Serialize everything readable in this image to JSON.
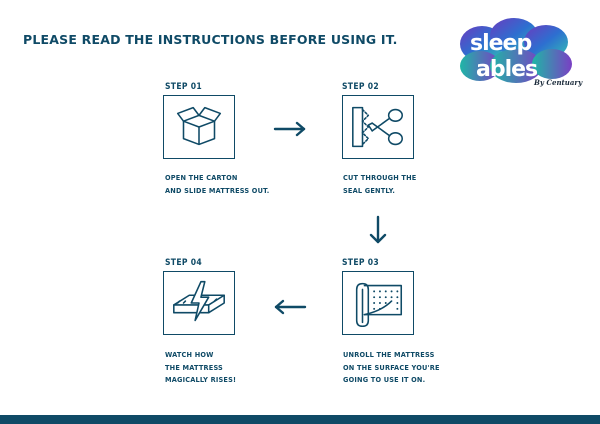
{
  "heading": "PLEASE READ THE INSTRUCTIONS BEFORE USING IT.",
  "logo": {
    "wordmark_line1": "sleep",
    "wordmark_line2": "ables",
    "tagline": "By Centuary"
  },
  "steps": [
    {
      "title": "STEP 01",
      "description": "OPEN THE CARTON\nAND SLIDE MATTRESS OUT.",
      "icon": "open-box-icon"
    },
    {
      "title": "STEP 02",
      "description": "CUT THROUGH THE\nSEAL GENTLY.",
      "icon": "scissors-cut-icon"
    },
    {
      "title": "STEP 03",
      "description": "UNROLL THE MATTRESS\nON THE SURFACE YOU'RE\nGOING TO USE IT ON.",
      "icon": "unroll-mattress-icon"
    },
    {
      "title": "STEP 04",
      "description": "WATCH HOW\nTHE MATTRESS\nMAGICALLY RISES!",
      "icon": "mattress-rise-icon"
    }
  ],
  "colors": {
    "primary": "#0f4a66",
    "background": "#ffffff",
    "logo_gradient": [
      "#7a3fc4",
      "#2c8fd6",
      "#38c0b8"
    ]
  }
}
